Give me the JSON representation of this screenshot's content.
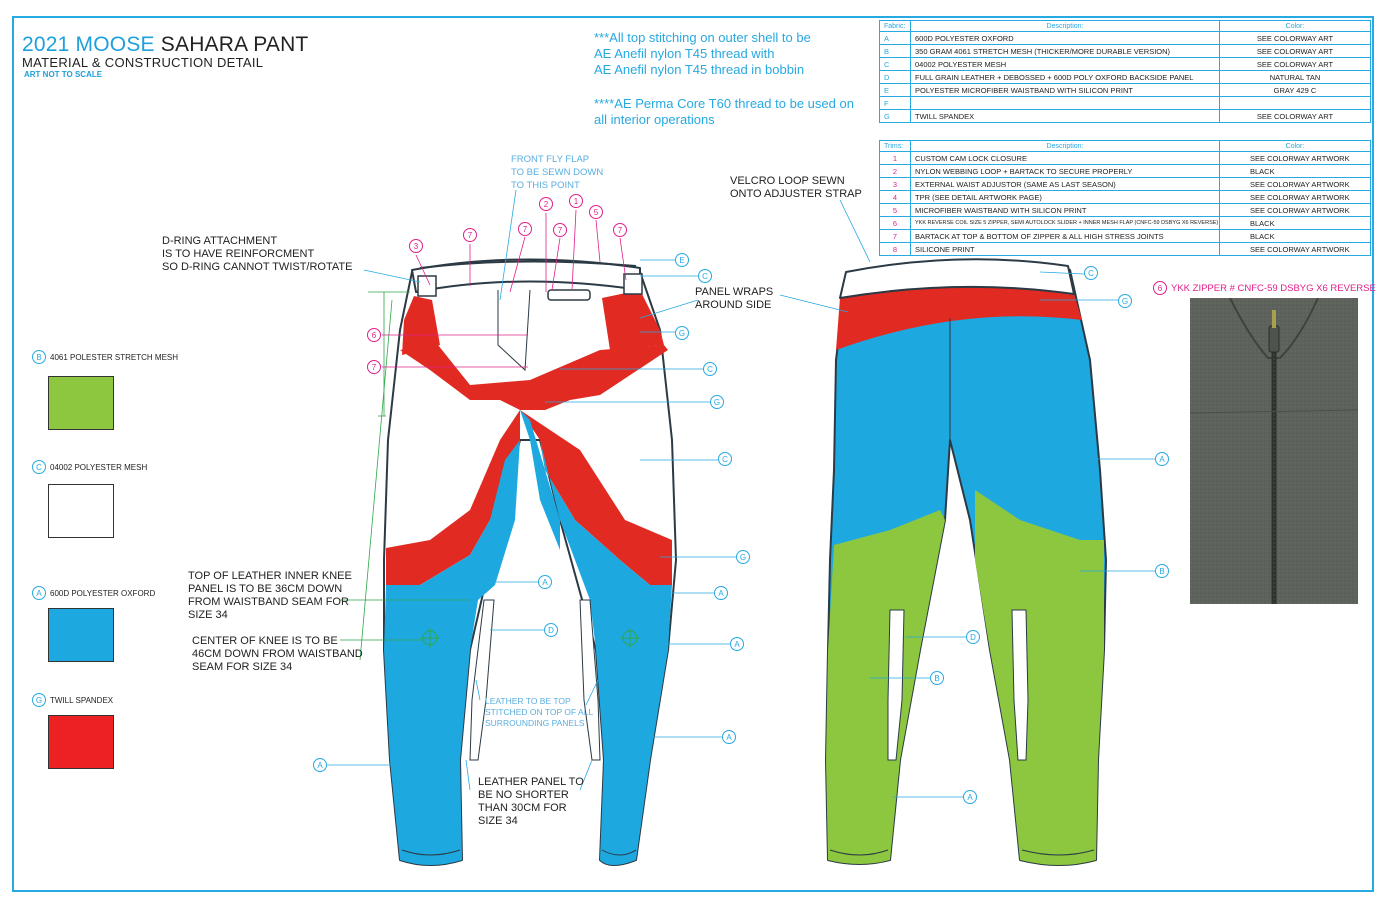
{
  "header": {
    "title_brand": "2021 MOOSE",
    "title_rest": "SAHARA PANT",
    "subtitle": "MATERIAL & CONSTRUCTION DETAIL",
    "scale_note": "ART NOT TO SCALE"
  },
  "stitch_notes": {
    "line1": "***All top stitching on outer shell to be",
    "line2": "AE Anefil nylon T45 thread with",
    "line3": "AE Anefil nylon T45 thread in bobbin",
    "line4": "****AE  Perma Core T60 thread to be used on",
    "line5": "all interior operations"
  },
  "fabric_table": {
    "headers": [
      "Fabric:",
      "Description:",
      "Color:"
    ],
    "rows": [
      {
        "key": "A",
        "desc": "600D POLYESTER OXFORD",
        "color": "SEE COLORWAY ART"
      },
      {
        "key": "B",
        "desc": "350 GRAM 4061 STRETCH MESH (THICKER/MORE DURABLE VERSION)",
        "color": "SEE COLORWAY ART"
      },
      {
        "key": "C",
        "desc": "04002 POLYESTER MESH",
        "color": "SEE COLORWAY ART"
      },
      {
        "key": "D",
        "desc": "FULL GRAIN LEATHER + DEBOSSED + 600D POLY OXFORD BACKSIDE PANEL",
        "color": "NATURAL TAN"
      },
      {
        "key": "E",
        "desc": "POLYESTER MICROFIBER WAISTBAND WITH SILICON PRINT",
        "color": "GRAY 429 C"
      },
      {
        "key": "F",
        "desc": "",
        "color": ""
      },
      {
        "key": "G",
        "desc": "TWILL SPANDEX",
        "color": "SEE COLORWAY ART"
      }
    ]
  },
  "trims_table": {
    "headers": [
      "Trims:",
      "Description:",
      "Color:"
    ],
    "rows": [
      {
        "key": "1",
        "desc": "CUSTOM CAM LOCK CLOSURE",
        "color": "SEE COLORWAY ARTWORK"
      },
      {
        "key": "2",
        "desc": "NYLON WEBBING LOOP + BARTACK TO SECURE PROPERLY",
        "color": "BLACK"
      },
      {
        "key": "3",
        "desc": "EXTERNAL WAIST ADJUSTOR (SAME AS LAST SEASON)",
        "color": "SEE COLORWAY ARTWORK"
      },
      {
        "key": "4",
        "desc": "TPR (SEE DETAIL ARTWORK PAGE)",
        "color": "SEE COLORWAY ARTWORK"
      },
      {
        "key": "5",
        "desc": "MICROFIBER WAISTBAND WITH SILICON PRINT",
        "color": "SEE COLORWAY ARTWORK"
      },
      {
        "key": "6",
        "desc": "YKK REVERSE COIL SIZE 5 ZIPPER, SEMI AUTOLOCK SLIDER + INNER MESH FLAP (CNFC-59 DSBYG X6 REVERSE)",
        "color": "BLACK"
      },
      {
        "key": "7",
        "desc": "BARTACK AT TOP & BOTTOM OF ZIPPER & ALL HIGH STRESS JOINTS",
        "color": "BLACK"
      },
      {
        "key": "8",
        "desc": "SILICONE PRINT",
        "color": "SEE COLORWAY ARTWORK"
      }
    ]
  },
  "swatches": [
    {
      "key": "B",
      "label": "4061 POLESTER STRETCH MESH",
      "color": "#8dc63f"
    },
    {
      "key": "C",
      "label": "04002 POLYESTER MESH",
      "color": "#ffffff"
    },
    {
      "key": "A",
      "label": "600D POLYESTER OXFORD",
      "color": "#1ea8e0"
    },
    {
      "key": "G",
      "label": "TWILL SPANDEX",
      "color": "#ed2024"
    }
  ],
  "callouts": {
    "fly_flap": [
      "FRONT FLY FLAP",
      "TO BE SEWN DOWN",
      "TO THIS POINT"
    ],
    "d_ring": [
      "D-RING ATTACHMENT",
      "IS TO HAVE REINFORCMENT",
      "SO D-RING CANNOT TWIST/ROTATE"
    ],
    "velcro": [
      "VELCRO LOOP SEWN",
      "ONTO ADJUSTER STRAP"
    ],
    "panel_wraps": [
      "PANEL WRAPS",
      "AROUND SIDE"
    ],
    "leather_knee": [
      "TOP OF LEATHER INNER KNEE",
      "PANEL IS TO BE 36CM DOWN",
      "FROM WAISTBAND SEAM FOR",
      "SIZE 34"
    ],
    "knee_center": [
      "CENTER OF KNEE IS TO BE",
      "46CM DOWN FROM WAISTBAND",
      "SEAM FOR SIZE 34"
    ],
    "leather_top": [
      "LEATHER TO BE TOP",
      "STITCHED ON TOP OF ALL",
      "SURROUNDING PANELS"
    ],
    "leather_length": [
      "LEATHER PANEL TO",
      "BE NO SHORTER",
      "THAN 30CM FOR",
      "SIZE 34"
    ],
    "zipper": "YKK ZIPPER # CNFC-59 DSBYG X6 REVERSE",
    "zipper_key": "6"
  },
  "labels": {
    "front_trims": [
      "3",
      "7",
      "2",
      "7",
      "7",
      "1",
      "5",
      "7",
      "6",
      "7"
    ],
    "front_fabric": [
      "E",
      "C",
      "G",
      "C",
      "G",
      "C",
      "G",
      "A",
      "A",
      "D",
      "A",
      "A",
      "A"
    ],
    "back_fabric": [
      "C",
      "G",
      "A",
      "B",
      "D",
      "B",
      "A"
    ]
  },
  "colors": {
    "blue": "#1ea8e0",
    "red": "#e12a22",
    "green": "#8dc63f",
    "accent": "#27a9e1",
    "pink": "#e0208a"
  }
}
